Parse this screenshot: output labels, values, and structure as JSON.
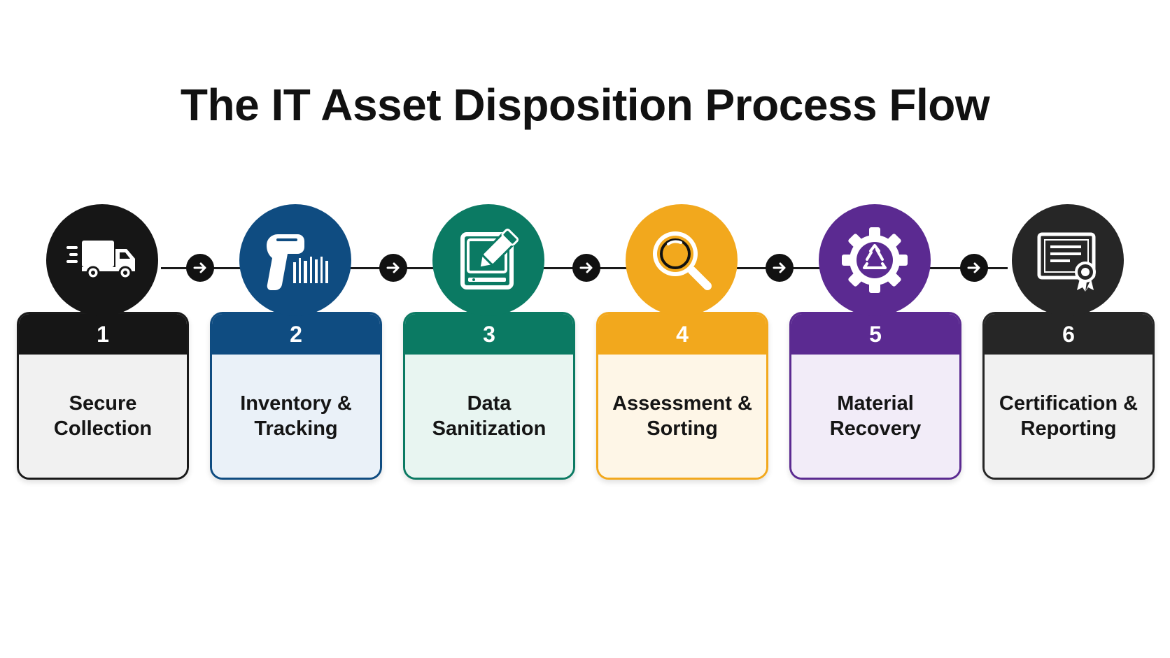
{
  "title": "The IT Asset Disposition Process Flow",
  "steps": [
    {
      "number": "1",
      "line1": "Secure",
      "line2": "Collection",
      "icon": "truck-icon",
      "color": "#161616",
      "tint": "#f1f1f1"
    },
    {
      "number": "2",
      "line1": "Inventory &",
      "line2": "Tracking",
      "icon": "barcode-scanner-icon",
      "color": "#0f4c81",
      "tint": "#eaf1f8"
    },
    {
      "number": "3",
      "line1": "Data",
      "line2": "Sanitization",
      "icon": "hard-drive-eraser-icon",
      "color": "#0b7a63",
      "tint": "#e8f5f1"
    },
    {
      "number": "4",
      "line1": "Assessment &",
      "line2": "Sorting",
      "icon": "magnifier-icon",
      "color": "#f2a81d",
      "tint": "#fef6e7"
    },
    {
      "number": "5",
      "line1": "Material",
      "line2": "Recovery",
      "icon": "recycle-gear-icon",
      "color": "#5b2a91",
      "tint": "#f2ecf8"
    },
    {
      "number": "6",
      "line1": "Certification &",
      "line2": "Reporting",
      "icon": "certificate-icon",
      "color": "#262626",
      "tint": "#f1f1f1"
    }
  ]
}
